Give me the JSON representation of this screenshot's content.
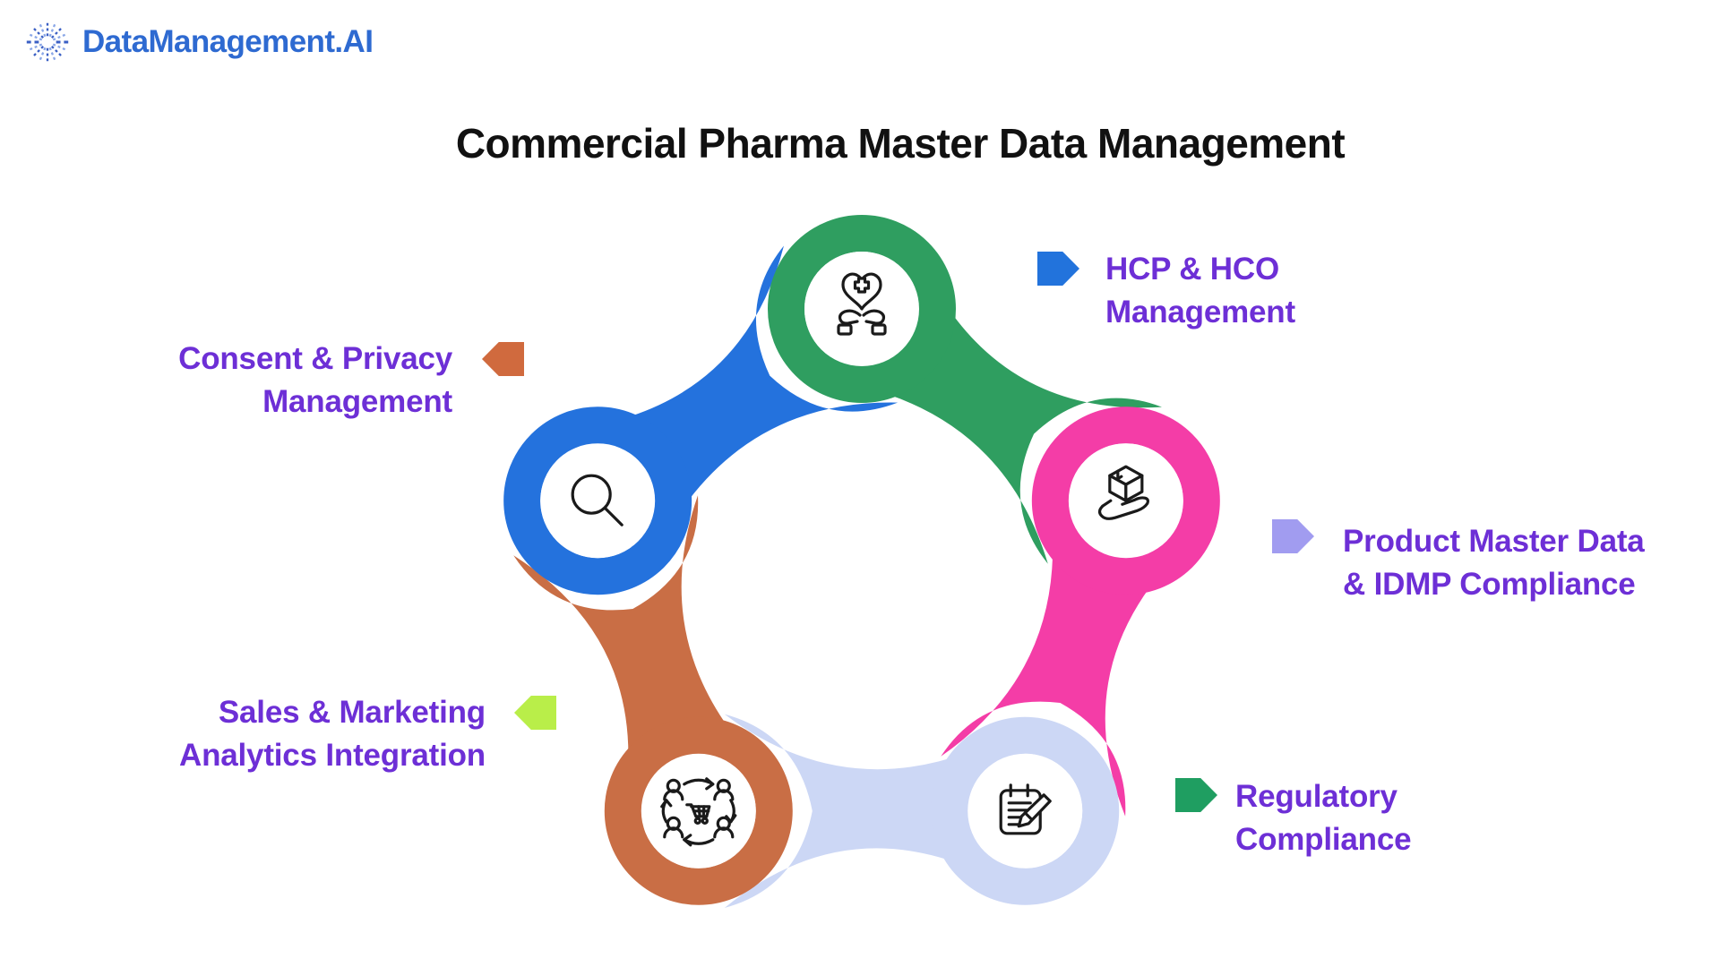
{
  "logo": {
    "text": "DataManagement.AI",
    "icon": "starburst-icon",
    "color": "#2e6ad1"
  },
  "title": {
    "text": "Commercial Pharma Master Data Management",
    "color": "#111111"
  },
  "diagram": {
    "label_color": "#6d2fd6",
    "nodes": [
      {
        "id": "hcp-hco",
        "label_lines": [
          "HCP & HCO",
          "Management"
        ],
        "node_color": "#2f9e60",
        "arrow_color": "#2273dc",
        "arrow_direction": "right",
        "icon": "hands-heart-cross-icon"
      },
      {
        "id": "product-idmp",
        "label_lines": [
          "Product Master Data",
          "& IDMP Compliance"
        ],
        "node_color": "#f43da7",
        "arrow_color": "#a19cf0",
        "arrow_direction": "right",
        "icon": "hand-box-icon"
      },
      {
        "id": "regulatory-compliance",
        "label_lines": [
          "Regulatory",
          "Compliance"
        ],
        "node_color": "#ccd7f5",
        "arrow_color": "#1f9e61",
        "arrow_direction": "right",
        "icon": "notepad-pencil-icon"
      },
      {
        "id": "sales-marketing",
        "label_lines": [
          "Sales & Marketing",
          "Analytics Integration"
        ],
        "node_color": "#c96e45",
        "arrow_color": "#b9ee49",
        "arrow_direction": "left",
        "icon": "people-cart-cycle-icon"
      },
      {
        "id": "consent-privacy",
        "label_lines": [
          "Consent & Privacy",
          "Management"
        ],
        "node_color": "#2472dd",
        "arrow_color": "#d06a3e",
        "arrow_direction": "left",
        "icon": "magnifier-icon"
      }
    ]
  }
}
